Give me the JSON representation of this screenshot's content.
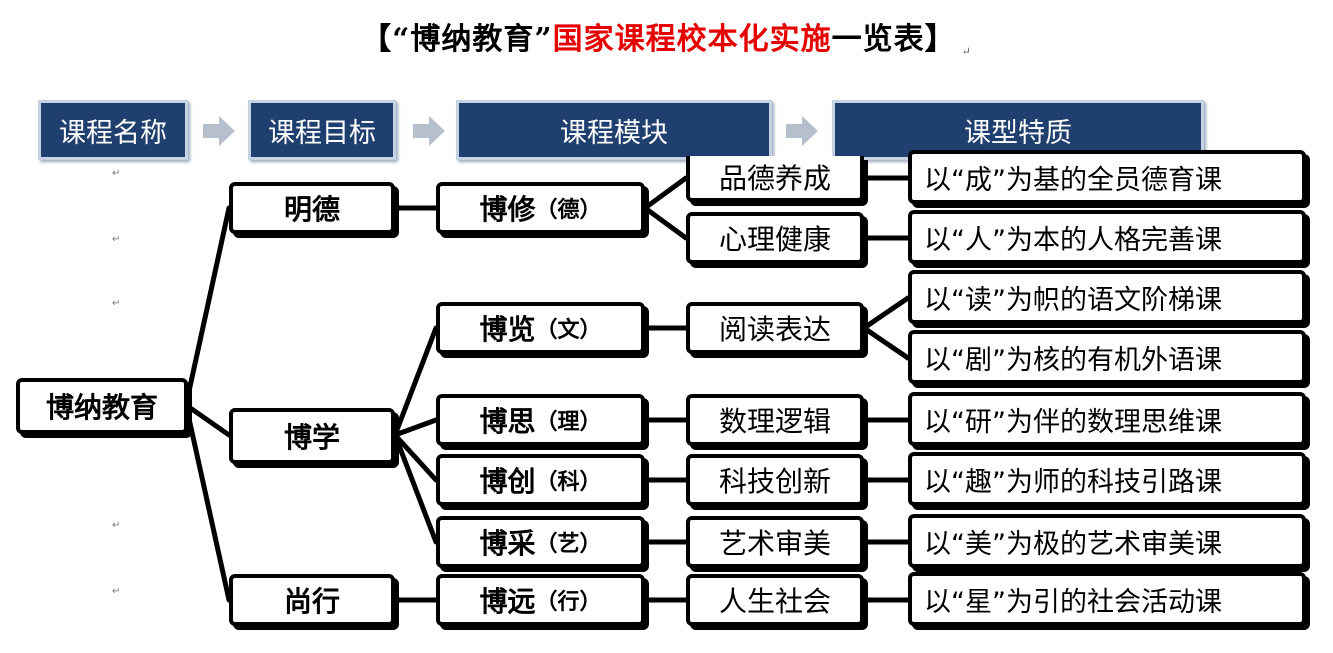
{
  "title": {
    "open": "【",
    "part1": "“博纳教育”",
    "part2_red": "国家课程校本化实施",
    "part3": "一览表",
    "close": "】"
  },
  "headers": [
    "课程名称",
    "课程目标",
    "课程模块",
    "课型特质"
  ],
  "root": "博纳教育",
  "goals": [
    "明德",
    "博学",
    "尚行"
  ],
  "subjects": [
    {
      "name": "博修",
      "paren": "（德）"
    },
    {
      "name": "博览",
      "paren": "（文）"
    },
    {
      "name": "博思",
      "paren": "（理）"
    },
    {
      "name": "博创",
      "paren": "（科）"
    },
    {
      "name": "博采",
      "paren": "（艺）"
    },
    {
      "name": "博远",
      "paren": "（行）"
    }
  ],
  "modules": [
    "品德养成",
    "心理健康",
    "阅读表达",
    "数理逻辑",
    "科技创新",
    "艺术审美",
    "人生社会"
  ],
  "qualities": [
    "以“成”为基的全员德育课",
    "以“人”为本的人格完善课",
    "以“读”为帜的语文阶梯课",
    "以“剧”为核的有机外语课",
    "以“研”为伴的数理思维课",
    "以“趣”为师的科技引路课",
    "以“美”为极的艺术审美课",
    "以“星”为引的社会活动课"
  ]
}
